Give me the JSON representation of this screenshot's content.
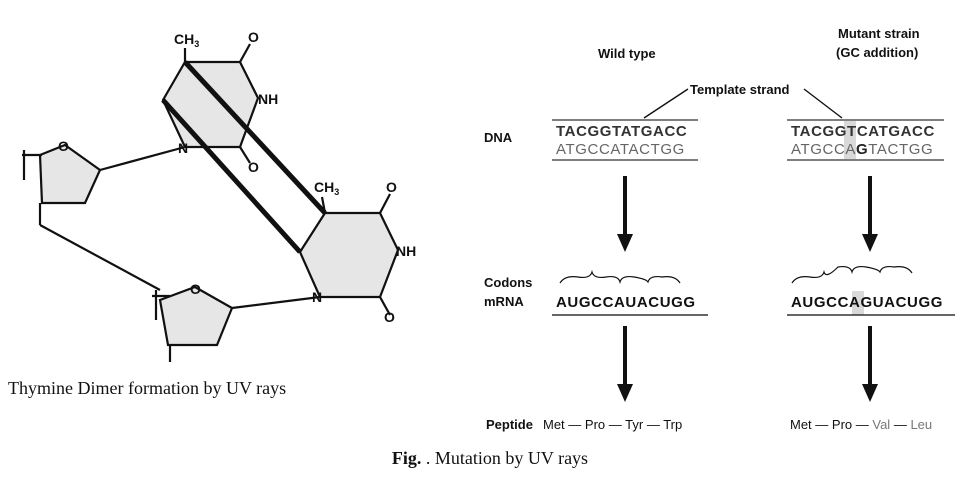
{
  "left_panel": {
    "caption": "Thymine Dimer formation by UV rays",
    "atoms": {
      "ch3": "CH",
      "ch3_sub": "3",
      "o": "O",
      "nh": "NH",
      "n": "N"
    }
  },
  "right_panel": {
    "wild_type_label": "Wild type",
    "mutant_label_line1": "Mutant strain",
    "mutant_label_line2": "(GC addition)",
    "template_strand_label": "Template strand",
    "dna_label": "DNA",
    "codons_label": "Codons",
    "mrna_label": "mRNA",
    "peptide_label": "Peptide",
    "wild": {
      "dna_top": "TACGGTATGACC",
      "dna_bottom": "ATGCCATACTGG",
      "mrna": "AUGCCAUACUGG",
      "peptide": [
        "Met",
        "Pro",
        "Tyr",
        "Trp"
      ]
    },
    "mutant": {
      "dna_top_a": "TACGGT",
      "dna_top_b": "C",
      "dna_top_c": "ATGACC",
      "dna_bottom_a": "ATGCCA",
      "dna_bottom_b": "G",
      "dna_bottom_c": "TACTGG",
      "mrna_a": "AUGCCA",
      "mrna_b": "G",
      "mrna_c": "UACUGG",
      "peptide": [
        "Met",
        "Pro",
        "Val",
        "Leu"
      ]
    }
  },
  "figure_caption": {
    "bold": "Fig.",
    "text": " . Mutation by UV rays"
  },
  "colors": {
    "ink": "#111111",
    "ring_fill": "#e6e6e6",
    "highlight": "#d9d9d9",
    "muted_text": "#777777"
  }
}
